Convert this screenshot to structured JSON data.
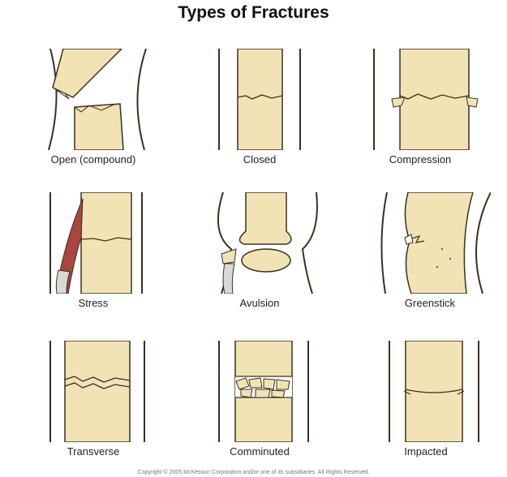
{
  "title": "Types of Fractures",
  "fractures": [
    {
      "label": "Open (compound)",
      "icon": "open-fracture-illustration"
    },
    {
      "label": "Closed",
      "icon": "closed-fracture-illustration"
    },
    {
      "label": "Compression",
      "icon": "compression-fracture-illustration"
    },
    {
      "label": "Stress",
      "icon": "stress-fracture-illustration"
    },
    {
      "label": "Avulsion",
      "icon": "avulsion-fracture-illustration"
    },
    {
      "label": "Greenstick",
      "icon": "greenstick-fracture-illustration"
    },
    {
      "label": "Transverse",
      "icon": "transverse-fracture-illustration"
    },
    {
      "label": "Comminuted",
      "icon": "comminuted-fracture-illustration"
    },
    {
      "label": "Impacted",
      "icon": "impacted-fracture-illustration"
    }
  ],
  "copyright": "Copyright © 2005 McKesson Corporation and/or one of its subsidiaries. All Rights Reserved.",
  "colors": {
    "bone": "#f2e3b5",
    "outline": "#3a3020",
    "muscle": "#a8463f",
    "skin": "#6b5a40"
  }
}
